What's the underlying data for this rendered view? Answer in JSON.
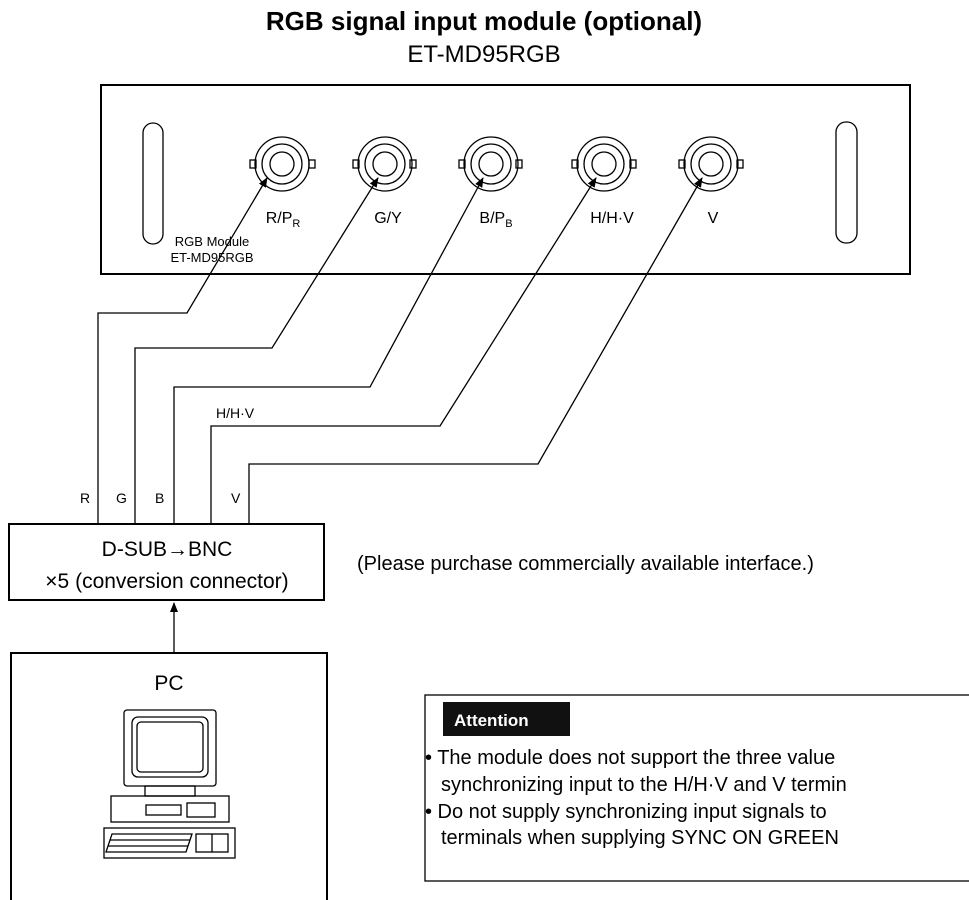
{
  "header": {
    "title": "RGB signal input module (optional)",
    "model": "ET-MD95RGB"
  },
  "module_panel": {
    "ports": [
      {
        "main": "R/P",
        "sub": "R"
      },
      {
        "main": "G/Y",
        "sub": ""
      },
      {
        "main": "B/P",
        "sub": "B"
      },
      {
        "main": "H/H·V",
        "sub": ""
      },
      {
        "main": "V",
        "sub": ""
      }
    ],
    "module_label_line1": "RGB Module",
    "module_label_line2": "ET-MD95RGB"
  },
  "wires": {
    "hv_label": "H/H·V",
    "bottom_labels": [
      "R",
      "G",
      "B",
      "V"
    ]
  },
  "converter": {
    "line1": "D-SUB→BNC",
    "line2": "×5 (conversion connector)",
    "note": "(Please purchase commercially available interface.)"
  },
  "pc": {
    "label": "PC"
  },
  "attention": {
    "heading": "Attention",
    "line1": "• The module does not support the three value",
    "line2": "synchronizing input to the H/H·V and V termin",
    "line3": "• Do not supply synchronizing input signals to",
    "line4": "terminals when supplying SYNC ON GREEN"
  }
}
